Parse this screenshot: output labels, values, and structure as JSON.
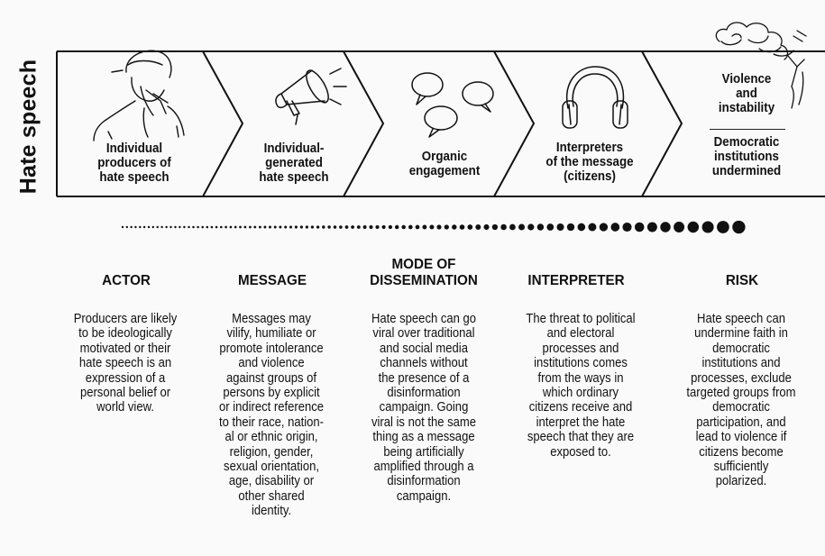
{
  "side_title": "Hate speech",
  "stages": [
    {
      "lines": [
        "Individual",
        "producers of",
        "hate speech"
      ],
      "icon": "person-covering-face-icon"
    },
    {
      "lines": [
        "Individual-",
        "generated",
        "hate speech"
      ],
      "icon": "megaphone-icon"
    },
    {
      "lines": [
        "Organic",
        "engagement"
      ],
      "icon": "speech-bubbles-icon"
    },
    {
      "lines": [
        "Interpreters",
        "of the message",
        "(citizens)"
      ],
      "icon": "headphones-icon"
    }
  ],
  "risk_stage": {
    "upper": [
      "Violence",
      "and",
      "instability"
    ],
    "lower": [
      "Democratic",
      "institutions",
      "undermined"
    ],
    "icon": "flare-smoke-hand-icon"
  },
  "columns": [
    {
      "heading": [
        "ACTOR"
      ],
      "body": [
        "Producers are likely",
        "to be ideologically",
        "motivated or their",
        "hate speech is an",
        "expression of a",
        "personal belief or",
        "world view."
      ]
    },
    {
      "heading": [
        "MESSAGE"
      ],
      "body": [
        "Messages may",
        "vilify, humiliate or",
        "promote intolerance",
        "and violence",
        "against groups of",
        "persons by explicit",
        "or indirect reference",
        "to their race, nation-",
        "al or ethnic origin,",
        "religion, gender,",
        "sexual orientation,",
        "age, disability or",
        "other shared",
        "identity."
      ]
    },
    {
      "heading": [
        "MODE OF",
        "DISSEMINATION"
      ],
      "body": [
        "Hate speech can go",
        "viral over traditional",
        "and social media",
        "channels without",
        "the presence of a",
        "disinformation",
        "campaign. Going",
        "viral is not the same",
        "thing as a message",
        "being artificially",
        "amplified through a",
        "disinformation",
        "campaign."
      ]
    },
    {
      "heading": [
        "INTERPRETER"
      ],
      "body": [
        "The threat to political",
        "and electoral",
        "processes and",
        "institutions comes",
        "from the ways in",
        "which ordinary",
        "citizens receive and",
        "interpret the hate",
        "speech that they are",
        "exposed to."
      ]
    },
    {
      "heading": [
        "RISK"
      ],
      "body": [
        "Hate speech can",
        "undermine faith in",
        "democratic",
        "institutions and",
        "processes, exclude",
        "targeted groups from",
        "democratic",
        "participation, and",
        "lead to violence if",
        "citizens become",
        "sufficiently",
        "polarized."
      ]
    }
  ],
  "colors": {
    "ink": "#111111",
    "background": "#fafafa"
  }
}
